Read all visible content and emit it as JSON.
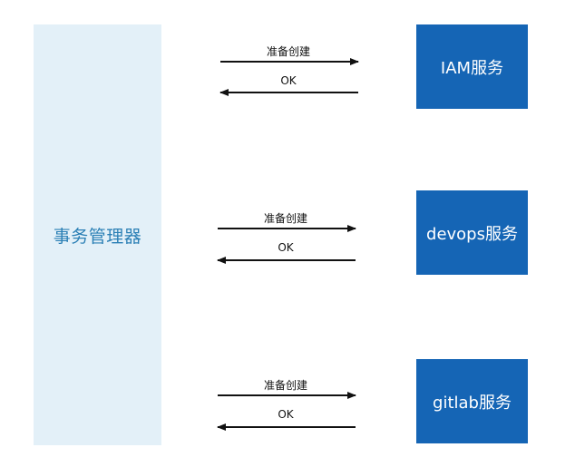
{
  "coordinator": {
    "label": "事务管理器"
  },
  "services": [
    {
      "label": "IAM服务"
    },
    {
      "label": "devops服务"
    },
    {
      "label": "gitlab服务"
    }
  ],
  "messages": [
    {
      "request": "准备创建",
      "response": "OK"
    },
    {
      "request": "准备创建",
      "response": "OK"
    },
    {
      "request": "准备创建",
      "response": "OK"
    }
  ]
}
